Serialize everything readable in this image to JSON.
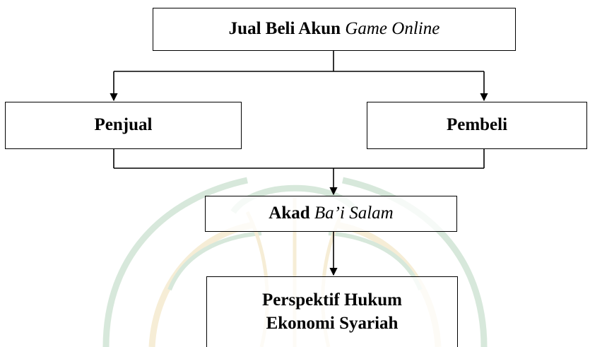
{
  "diagram": {
    "nodes": {
      "top": {
        "prefix": "Jual Beli Akun ",
        "emphasis": "Game Online"
      },
      "seller": {
        "label": "Penjual"
      },
      "buyer": {
        "label": "Pembeli"
      },
      "akad": {
        "prefix": "Akad ",
        "emphasis": "Ba’i Salam"
      },
      "perspective": {
        "line1": "Perspektif Hukum",
        "line2": "Ekonomi Syariah"
      }
    },
    "edges": [
      {
        "from": "top",
        "to": "seller"
      },
      {
        "from": "top",
        "to": "buyer"
      },
      {
        "from": "seller",
        "to": "akad"
      },
      {
        "from": "buyer",
        "to": "akad"
      },
      {
        "from": "akad",
        "to": "perspective"
      }
    ],
    "colors": {
      "line": "#000000",
      "box_border": "#000000",
      "watermark_green": "#4f9a5e",
      "watermark_gold": "#d9b04a"
    }
  }
}
